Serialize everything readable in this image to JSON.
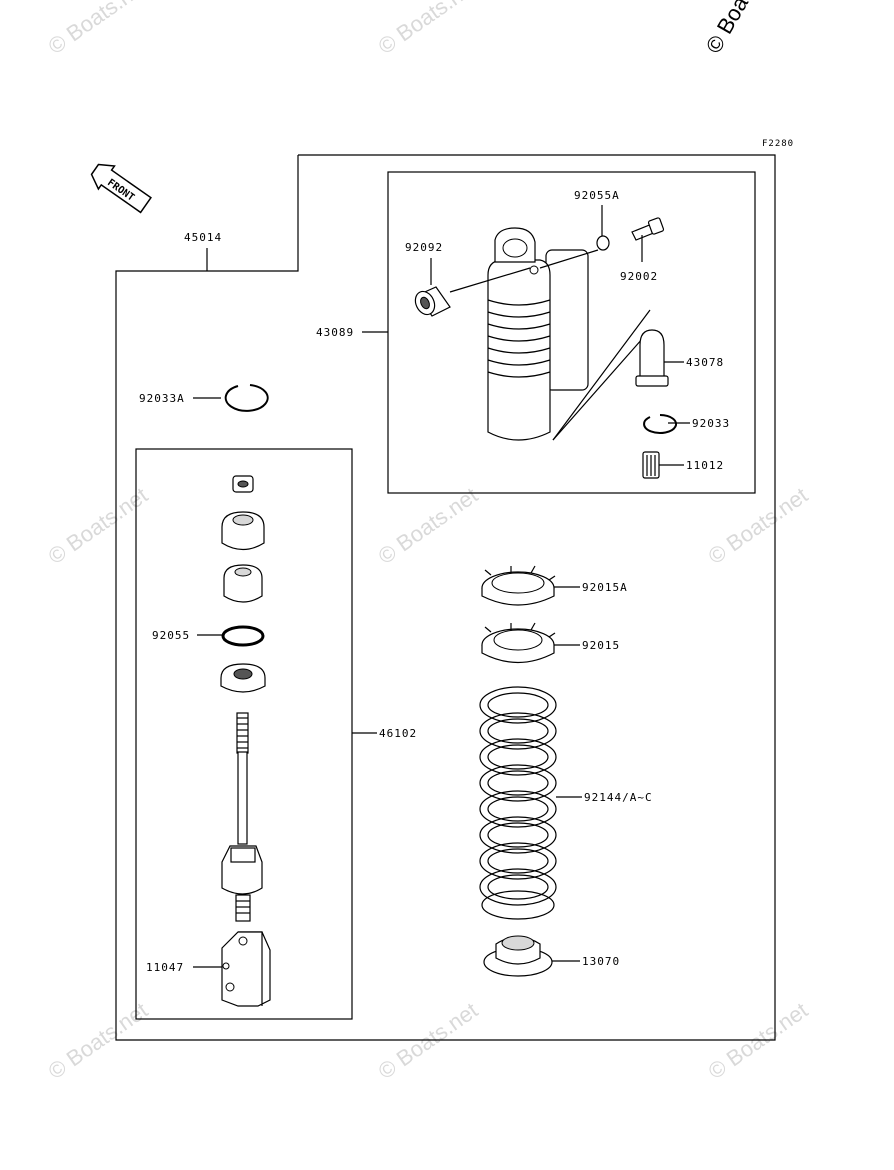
{
  "figure_code": "F2280",
  "front_label": "FRONT",
  "watermark_text": "© Boats.net",
  "part_numbers": {
    "p45014": "45014",
    "p43089": "43089",
    "p92055A": "92055A",
    "p92092": "92092",
    "p92002": "92002",
    "p43078": "43078",
    "p92033": "92033",
    "p11012": "11012",
    "p92033A": "92033A",
    "p92055": "92055",
    "p46102": "46102",
    "p11047": "11047",
    "p92015A": "92015A",
    "p92015": "92015",
    "p92144": "92144/A~C",
    "p13070": "13070"
  }
}
